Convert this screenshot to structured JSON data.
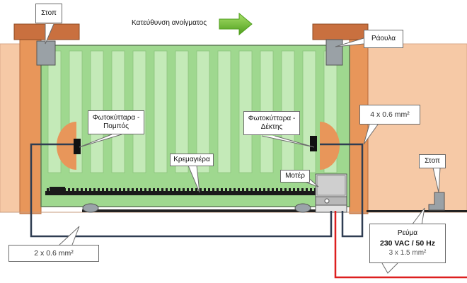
{
  "direction_text": "Κατεύθυνση ανοίγματος",
  "labels": {
    "stop_left": "Στοπ",
    "roller": "Ράουλα",
    "photocell_tx": [
      "Φωτοκύτταρα -",
      "Πομπός"
    ],
    "photocell_rx": [
      "Φωτοκύτταρα -",
      "Δέκτης"
    ],
    "cable_top": "4 x 0.6 mm²",
    "rack": "Κρεμαγιέρα",
    "motor": "Μοτέρ",
    "stop_right": "Στοπ",
    "cable_bottom": "2 x 0.6 mm²",
    "power": {
      "title": "Ρεύμα",
      "voltage": "230 VAC / 50 Hz",
      "cable": "3 x 1.5 mm²"
    }
  },
  "colors": {
    "gate_green": "#9fd88f",
    "gate_bar": "#c4eab8",
    "wall": "#f6c9a6",
    "post": "#e8965a",
    "cap": "#c9703f",
    "cable_dark": "#2f3d52",
    "power_red": "#dd1f1f",
    "arrow_green": "#6fbf2a"
  }
}
